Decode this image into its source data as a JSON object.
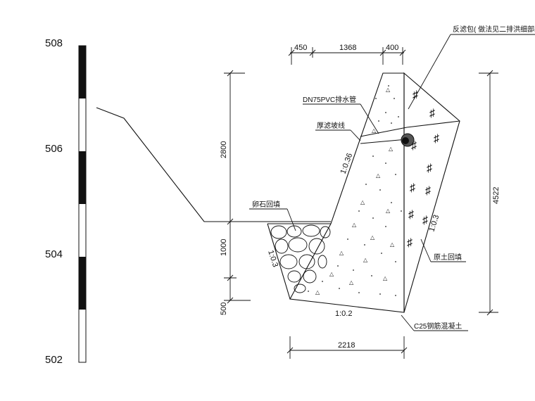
{
  "elevation_scale": {
    "labels": [
      "508",
      "506",
      "504",
      "502"
    ]
  },
  "dimensions": {
    "top_left": "450",
    "top_middle": "1368",
    "top_right": "400",
    "height_upper": "2800",
    "height_middle": "1000",
    "height_lower": "500",
    "total_height": "4522",
    "base_width": "2218"
  },
  "slopes": {
    "front_face": "1:0.36",
    "back_face": "1:0.3",
    "toe": "1:0.3",
    "base": "1:0.2"
  },
  "annotations": {
    "filter_bag": "反滤包( 做法见二排洪细部结构",
    "drain_pipe": "DN75PVC排水管",
    "gradient_line": "厚滤坡线",
    "riprap_backfill": "卵石回填",
    "soil_backfill": "原土回填",
    "concrete": "C25钢筋混凝土"
  },
  "colors": {
    "line": "#111111",
    "background": "#ffffff"
  }
}
